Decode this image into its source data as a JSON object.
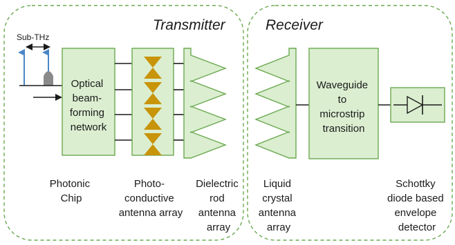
{
  "regions": {
    "transmitter": "Transmitter",
    "receiver": "Receiver"
  },
  "input": {
    "band_label": "Sub-THz"
  },
  "blocks": {
    "beamforming": [
      "Optical",
      "beam-",
      "forming",
      "network"
    ],
    "transition": [
      "Waveguide",
      "to",
      "microstrip",
      "transition"
    ]
  },
  "captions": {
    "photonic_chip": [
      "Photonic",
      "Chip"
    ],
    "pc_antenna": [
      "Photo-",
      "conductive",
      "antenna array"
    ],
    "dielectric_rod": [
      "Dielectric",
      "rod",
      "antenna",
      "array"
    ],
    "lc_antenna": [
      "Liquid",
      "crystal",
      "antenna",
      "array"
    ],
    "schottky": [
      "Schottky",
      "diode based",
      "envelope",
      "detector"
    ]
  },
  "colors": {
    "block_fill": "#dbeed0",
    "block_stroke": "#6aa84f",
    "region_stroke": "#6aa84f",
    "bowtie": "#c8940a",
    "arrow_blue": "#4a86c8",
    "line": "#1a1a1a"
  }
}
